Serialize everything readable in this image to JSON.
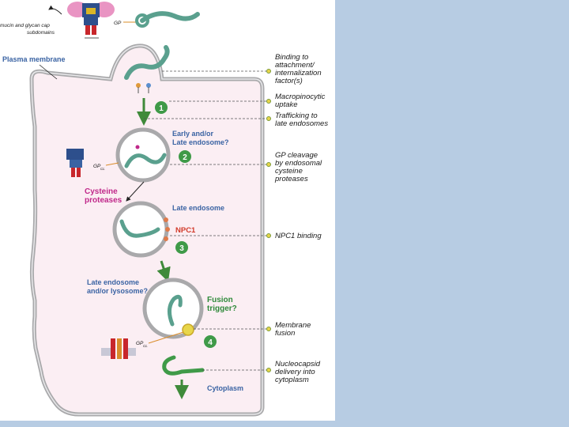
{
  "labels": {
    "subdomains": [
      "mucin and glycan cap",
      "subdomains"
    ],
    "gp_top": "GP",
    "plasma_membrane": "Plasma membrane",
    "early_late_endosome": [
      "Early and/or",
      "Late endosome?"
    ],
    "gp_cl": "GP",
    "gp_cl_sub": "CL",
    "cysteine_proteases": [
      "Cysteine",
      "proteases"
    ],
    "late_endosome": "Late endosome",
    "npc1": "NPC1",
    "late_endo_lyso": [
      "Late endosome",
      "and/or lysosome?"
    ],
    "fusion_trigger": [
      "Fusion",
      "trigger?"
    ],
    "gp_bottom": "GP",
    "gp_bottom_sub": "CL",
    "cytoplasm": "Cytoplasm"
  },
  "steps": [
    "1",
    "2",
    "3",
    "4"
  ],
  "right_labels": [
    [
      "Binding to",
      "attachment/",
      "internalization",
      "factor(s)"
    ],
    [
      "Macropinocytic",
      "uptake"
    ],
    [
      "Trafficking to",
      "late endosomes"
    ],
    [
      "GP cleavage",
      "by endosomal",
      "cysteine",
      "proteases"
    ],
    [
      "NPC1 binding"
    ],
    [
      "Membrane",
      "fusion"
    ],
    [
      "Nucleocapsid",
      "delivery into",
      "cytoplasm"
    ]
  ],
  "colors": {
    "slide_background": "#b7cce3",
    "cell_fill": "#fbeef3",
    "membrane": "#a9a9ab",
    "step_badge": "#3f9a48",
    "arrow": "#3f8a3a",
    "label_blue": "#3a63a3",
    "cysteine_magenta": "#c0288a",
    "npc1_red": "#d23a2a"
  }
}
